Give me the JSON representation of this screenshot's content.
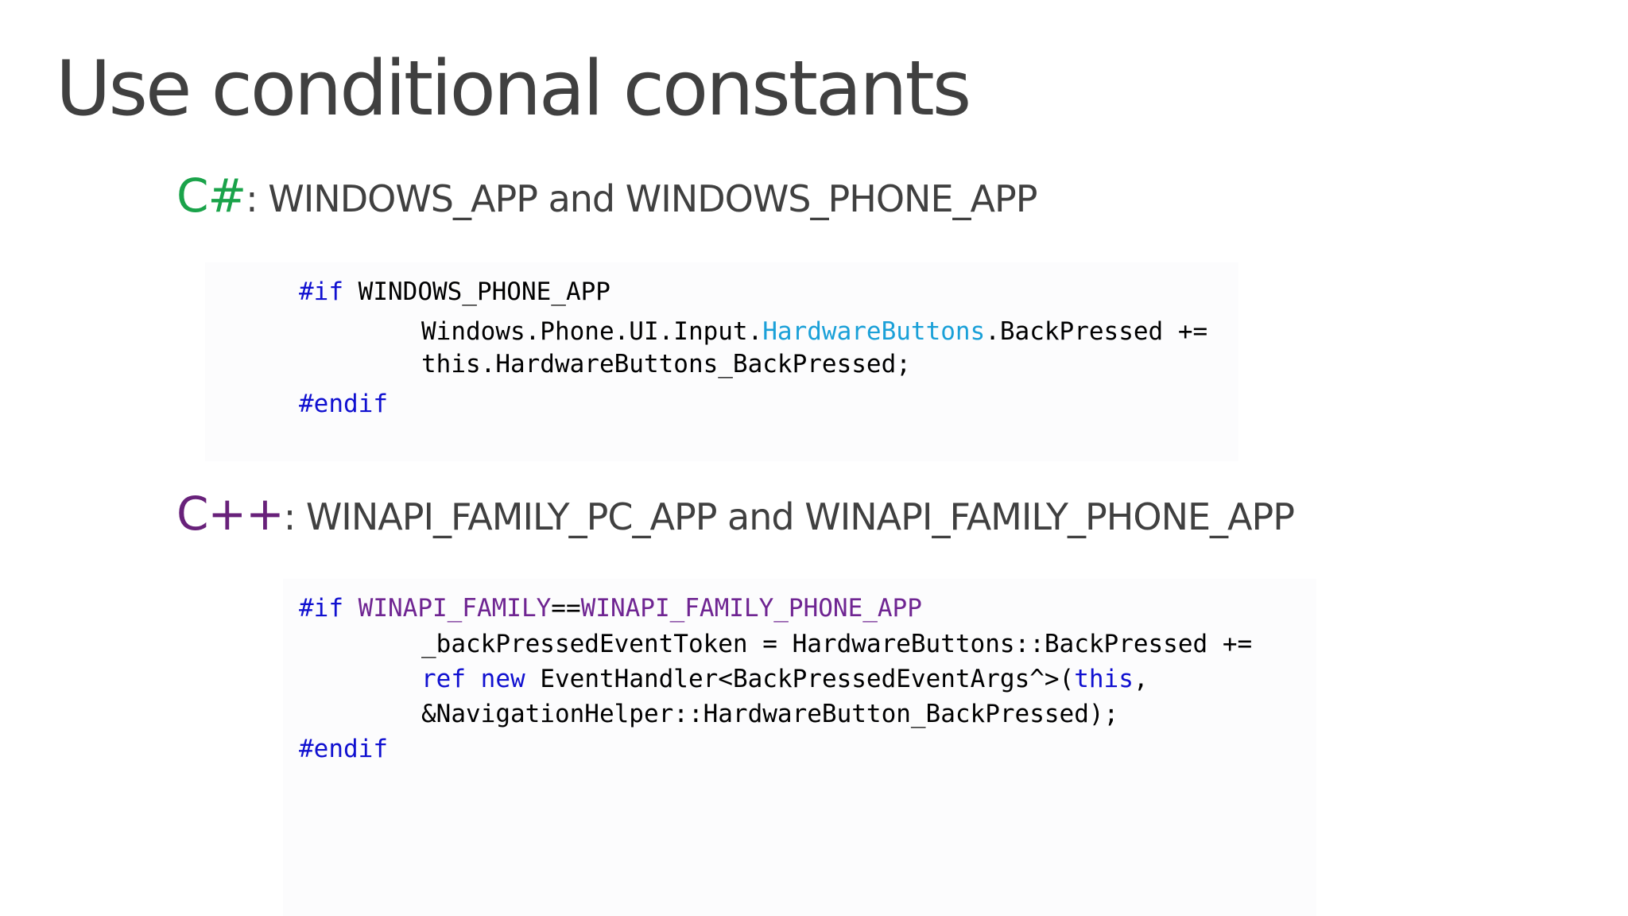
{
  "slide": {
    "title": "Use conditional constants"
  },
  "csharp": {
    "lang": "C#",
    "description": ": WINDOWS_APP and WINDOWS_PHONE_APP",
    "code": {
      "if_directive": "#if",
      "if_symbol": " WINDOWS_PHONE_APP",
      "line2_prefix": "Windows.Phone.UI.Input.",
      "line2_type": "HardwareButtons",
      "line2_suffix": ".BackPressed +=",
      "line3": "this.HardwareButtons_BackPressed;",
      "endif": "#endif"
    }
  },
  "cpp": {
    "lang": "C++",
    "description": ": WINAPI_FAMILY_PC_APP and WINAPI_FAMILY_PHONE_APP",
    "code": {
      "if_directive": "#if",
      "macro1": " WINAPI_FAMILY",
      "operator": "==",
      "macro2": "WINAPI_FAMILY_PHONE_APP",
      "line2": "_backPressedEventToken = HardwareButtons::BackPressed +=",
      "kw_ref": "ref",
      "kw_new": "new",
      "line3_mid": " EventHandler<BackPressedEventArgs^>(",
      "kw_this": "this",
      "line3_end": ",",
      "line4": "&NavigationHelper::HardwareButton_BackPressed);",
      "endif": "#endif"
    }
  },
  "colors": {
    "csharp_accent": "#1aa34a",
    "cpp_accent": "#68217a",
    "keyword": "#1010d0",
    "type": "#1aa0d8",
    "macro": "#6f2592"
  }
}
